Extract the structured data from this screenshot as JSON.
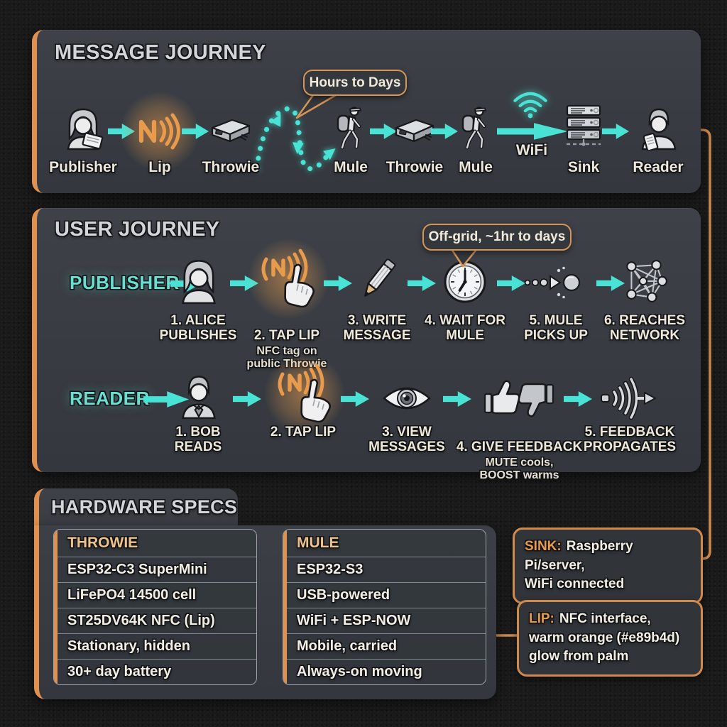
{
  "colors": {
    "accent_orange": "#e89b4d",
    "arrow_cyan": "#48e3d5",
    "label_teal": "#68dfd0"
  },
  "message_journey": {
    "title": "MESSAGE JOURNEY",
    "callout": "Hours to Days",
    "wifi_label": "WiFi",
    "nodes": [
      {
        "label": "Publisher",
        "icon": "publisher-woman-tablet-icon"
      },
      {
        "label": "Lip",
        "icon": "nfc-lip-icon"
      },
      {
        "label": "Throwie",
        "icon": "throwie-device-icon"
      },
      {
        "label": "Mule",
        "icon": "mule-hiker-icon"
      },
      {
        "label": "Throwie",
        "icon": "throwie-device-icon"
      },
      {
        "label": "Mule",
        "icon": "mule-hiker-icon"
      },
      {
        "label": "Sink",
        "icon": "server-rack-icon"
      },
      {
        "label": "Reader",
        "icon": "reader-phone-icon"
      }
    ]
  },
  "user_journey": {
    "title": "USER JOURNEY",
    "callout": "Off-grid, ~1hr to days",
    "publisher_row": {
      "label": "PUBLISHER",
      "steps": [
        {
          "caption": "1. ALICE\nPUBLISHES",
          "icon": "woman-bust-icon"
        },
        {
          "caption": "2. TAP LIP",
          "sub": "NFC tag on\npublic Throwie",
          "icon": "tap-lip-hand-icon"
        },
        {
          "caption": "3. WRITE\nMESSAGE",
          "icon": "pencil-icon"
        },
        {
          "caption": "4. WAIT FOR\nMULE",
          "icon": "clock-icon"
        },
        {
          "caption": "5. MULE\nPICKS UP",
          "icon": "pickup-dots-icon"
        },
        {
          "caption": "6. REACHES\nNETWORK",
          "icon": "network-graph-icon"
        }
      ]
    },
    "reader_row": {
      "label": "READER",
      "steps": [
        {
          "caption": "1. BOB\nREADS",
          "icon": "man-bust-icon"
        },
        {
          "caption": "2. TAP LIP",
          "icon": "tap-lip-hand-icon"
        },
        {
          "caption": "3. VIEW\nMESSAGES",
          "icon": "eye-icon"
        },
        {
          "caption": "4. GIVE FEEDBACK",
          "sub": "MUTE cools,\nBOOST warms",
          "icon": "thumbs-up-down-icon"
        },
        {
          "caption": "5. FEEDBACK\nPROPAGATES",
          "icon": "wave-arrow-icon"
        }
      ]
    }
  },
  "hardware_specs": {
    "title": "HARDWARE SPECS",
    "tables": [
      {
        "header": "THROWIE",
        "rows": [
          "ESP32-C3 SuperMini",
          "LiFePO4 14500 cell",
          "ST25DV64K NFC (Lip)",
          "Stationary, hidden",
          "30+ day battery"
        ]
      },
      {
        "header": "MULE",
        "rows": [
          "ESP32-S3",
          "USB-powered",
          "WiFi + ESP-NOW",
          "Mobile, carried",
          "Always-on moving"
        ]
      }
    ]
  },
  "side_callouts": {
    "sink": {
      "term": "SINK:",
      "text": "Raspberry Pi/server,\nWiFi connected"
    },
    "lip": {
      "term": "LIP:",
      "text": "NFC interface,\nwarm orange (#e89b4d)\nglow from palm"
    }
  }
}
